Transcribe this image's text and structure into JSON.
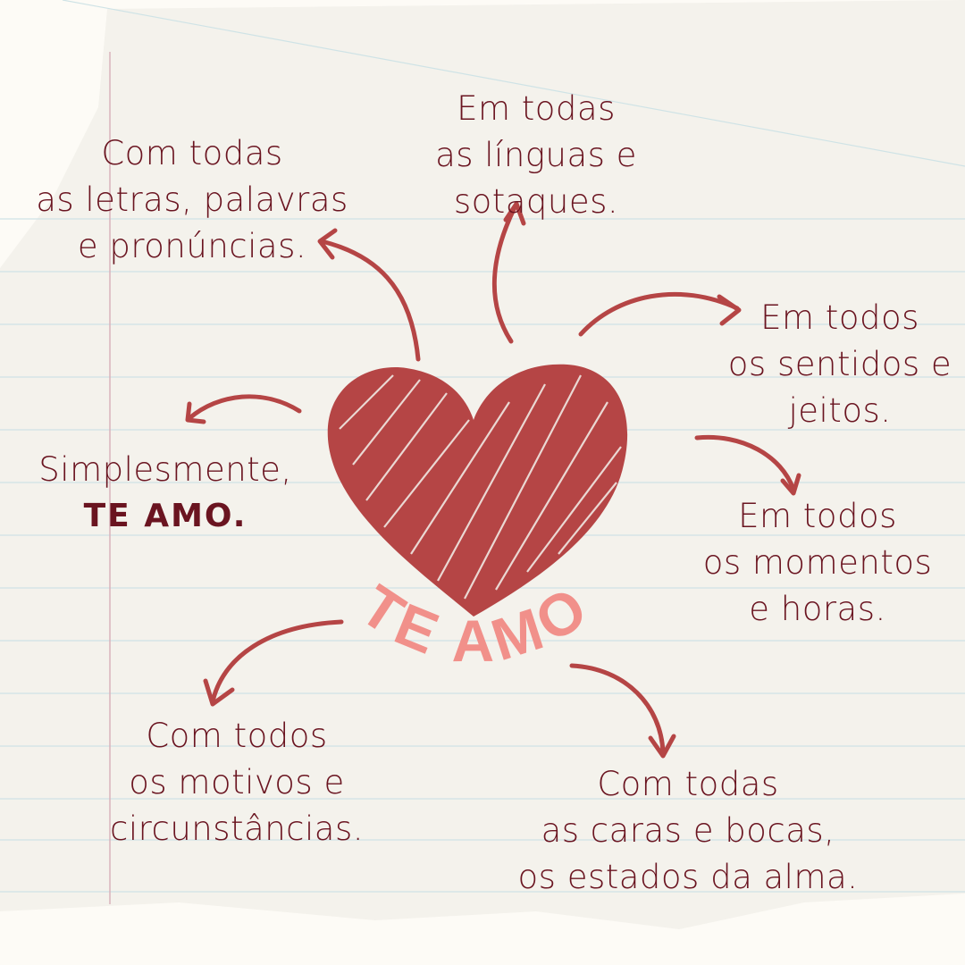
{
  "center": {
    "heart_icon": "scribble-heart",
    "curved_label": "TE AMO",
    "heart_color": "#b54545",
    "label_color": "#f1908a"
  },
  "notes": {
    "top_left": [
      "Com todas",
      "as letras, palavras",
      "e pronúncias."
    ],
    "top_center": [
      "Em todas",
      "as línguas e",
      "sotaques."
    ],
    "right_upper": [
      "Em todos",
      "os sentidos e",
      "jeitos."
    ],
    "right_lower": [
      "Em todos",
      "os momentos",
      "e horas."
    ],
    "left": [
      "Simplesmente,",
      "TE AMO."
    ],
    "bottom_left": [
      "Com todos",
      "os motivos e",
      "circunstâncias."
    ],
    "bottom_right": [
      "Com todas",
      "as caras e bocas,",
      "os estados da alma."
    ]
  },
  "colors": {
    "text": "#6a1420",
    "arrow": "#b54545",
    "paper": "#f5f3ee",
    "rule_line": "#cfe3e6",
    "margin_line": "#d9b3bb"
  }
}
